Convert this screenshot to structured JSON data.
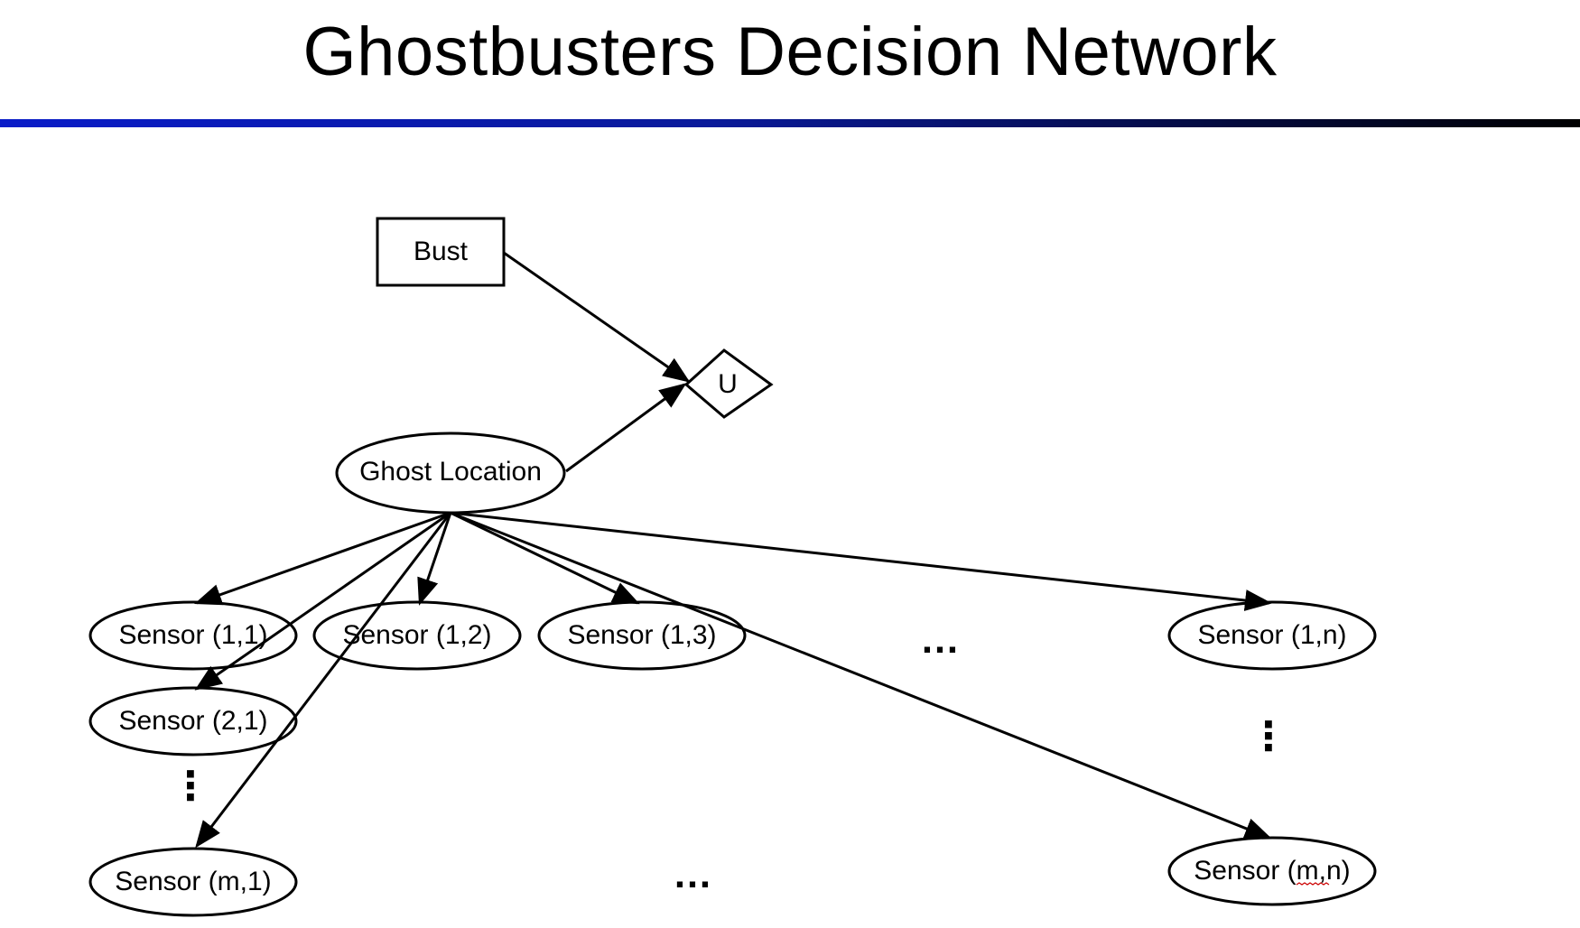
{
  "title": "Ghostbusters Decision Network",
  "colors": {
    "rule_start": "#0a1cc8",
    "rule_end": "#000000",
    "stroke": "#000000",
    "spellcheck_underline": "#cc0000"
  },
  "nodes": {
    "bust": {
      "label": "Bust",
      "kind": "decision"
    },
    "utility": {
      "label": "U",
      "kind": "utility"
    },
    "ghost_location": {
      "label": "Ghost Location",
      "kind": "chance"
    },
    "sensor_1_1": {
      "label": "Sensor (1,1)",
      "kind": "chance"
    },
    "sensor_1_2": {
      "label": "Sensor (1,2)",
      "kind": "chance"
    },
    "sensor_1_3": {
      "label": "Sensor (1,3)",
      "kind": "chance"
    },
    "sensor_1_n": {
      "label": "Sensor (1,n)",
      "kind": "chance"
    },
    "sensor_2_1": {
      "label": "Sensor (2,1)",
      "kind": "chance"
    },
    "sensor_m_1": {
      "label": "Sensor (m,1)",
      "kind": "chance"
    },
    "sensor_m_n": {
      "label": "Sensor (m,n)",
      "kind": "chance"
    }
  },
  "edges": [
    {
      "from": "Bust",
      "to": "U"
    },
    {
      "from": "Ghost Location",
      "to": "U"
    },
    {
      "from": "Ghost Location",
      "to": "Sensor (1,1)"
    },
    {
      "from": "Ghost Location",
      "to": "Sensor (1,2)"
    },
    {
      "from": "Ghost Location",
      "to": "Sensor (1,3)"
    },
    {
      "from": "Ghost Location",
      "to": "Sensor (1,n)"
    },
    {
      "from": "Ghost Location",
      "to": "Sensor (2,1)"
    },
    {
      "from": "Ghost Location",
      "to": "Sensor (m,1)"
    },
    {
      "from": "Ghost Location",
      "to": "Sensor (m,n)"
    }
  ],
  "ellipses": {
    "row1_horizontal": "…",
    "col1_vertical": "⋮",
    "coln_vertical": "⋮",
    "rowm_horizontal": "…"
  }
}
